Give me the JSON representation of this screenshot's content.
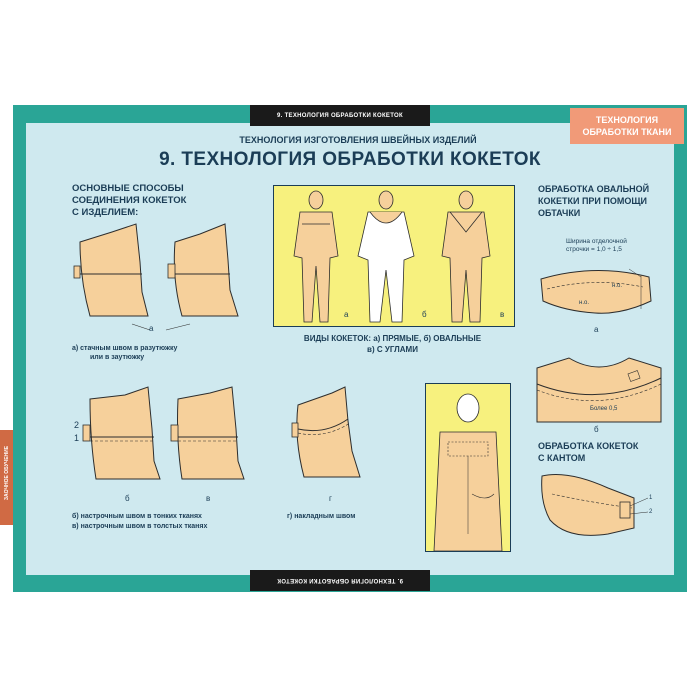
{
  "header": {
    "top_strip": "9. ТЕХНОЛОГИЯ ОБРАБОТКИ КОКЕТОК",
    "bottom_strip": "9. ТЕХНОЛОГИЯ ОБРАБОТКИ КОКЕТОК",
    "corner_line1": "ТЕХНОЛОГИЯ",
    "corner_line2": "ОБРАБОТКИ ТКАНИ",
    "side_text": "ЗАОЧНОЕ ОБУЧЕНИЕ",
    "subtitle": "ТЕХНОЛОГИЯ ИЗГОТОВЛЕНИЯ ШВЕЙНЫХ ИЗДЕЛИЙ",
    "title": "9. ТЕХНОЛОГИЯ ОБРАБОТКИ КОКЕТОК"
  },
  "left": {
    "heading_l1": "ОСНОВНЫЕ СПОСОБЫ",
    "heading_l2": "СОЕДИНЕНИЯ КОКЕТОК",
    "heading_l3": "С ИЗДЕЛИЕМ:",
    "letter_a": "а",
    "cap_a_l1": "а) стачным швом в разутюжку",
    "cap_a_l2": "или в заутюжку",
    "num_2": "2",
    "num_1": "1",
    "letter_b": "б",
    "letter_v": "в",
    "letter_g": "г",
    "cap_b": "б) настрочным швом в тонких тканях",
    "cap_v": "в) настрочным швом в толстых тканях",
    "cap_g": "г) накладным швом"
  },
  "center": {
    "letter_a": "а",
    "letter_b": "б",
    "letter_v": "в",
    "cap_l1": "ВИДЫ КОКЕТОК: а) ПРЯМЫЕ, б) ОВАЛЬНЫЕ",
    "cap_l2": "в) С УГЛАМИ"
  },
  "right": {
    "heading_l1": "ОБРАБОТКА ОВАЛЬНОЙ",
    "heading_l2": "КОКЕТКИ ПРИ ПОМОЩИ",
    "heading_l3": "ОБТАЧКИ",
    "width_l1": "Ширина отделочной",
    "width_l2": "строчки = 1,0 ÷ 1,5",
    "no_1": "н.о.",
    "no_2": "н.о.",
    "letter_a": "а",
    "more": "Более 0,5",
    "letter_b": "б",
    "heading2_l1": "ОБРАБОТКА КОКЕТОК",
    "heading2_l2": "С КАНТОМ",
    "n1": "1",
    "n2": "2"
  },
  "colors": {
    "teal_frame": "#2aa596",
    "light_blue": "#cfe9ef",
    "fabric": "#f6d09b",
    "panel_yellow": "#f7f17e",
    "title_navy": "#1b3d56",
    "badge_salmon": "#f19a78"
  }
}
